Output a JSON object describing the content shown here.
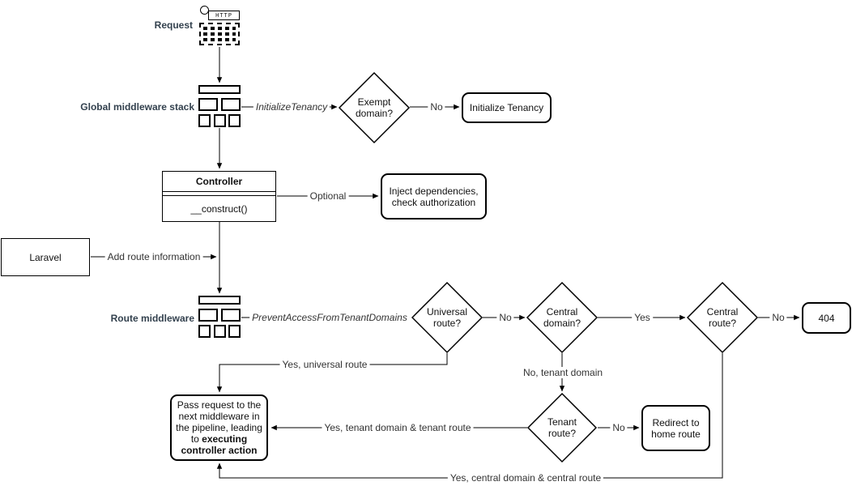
{
  "nodes": {
    "request_label": "Request",
    "request_icon_text": "HTTP",
    "global_middleware_label": "Global middleware stack",
    "exempt_domain": "Exempt\ndomain?",
    "initialize_tenancy": "Initialize Tenancy",
    "controller_title": "Controller",
    "controller_method": "__construct()",
    "inject_dependencies": "Inject dependencies,\ncheck authorization",
    "laravel": "Laravel",
    "route_middleware_label": "Route middleware",
    "universal_route": "Universal\nroute?",
    "central_domain": "Central\ndomain?",
    "central_route": "Central\nroute?",
    "tenant_route": "Tenant\nroute?",
    "not_found": "404",
    "redirect_home": "Redirect to\nhome route",
    "pass_request_normal": "Pass request to the next middleware in the pipeline, leading to ",
    "pass_request_bold": "executing controller action"
  },
  "edges": {
    "initialize_tenancy_mw": "InitializeTenancy",
    "exempt_no": "No",
    "optional": "Optional",
    "add_route_information": "Add route information",
    "prevent_access": "PreventAccessFromTenantDomains",
    "universal_no": "No",
    "central_domain_yes": "Yes",
    "central_route_no": "No",
    "yes_universal_route": "Yes, universal route",
    "no_tenant_domain": "No, tenant domain",
    "tenant_route_no": "No",
    "yes_tenant": "Yes, tenant domain & tenant route",
    "yes_central": "Yes, central domain & central route"
  },
  "colors": {
    "stroke": "#000000",
    "background": "#ffffff",
    "label_text": "#33414e"
  }
}
